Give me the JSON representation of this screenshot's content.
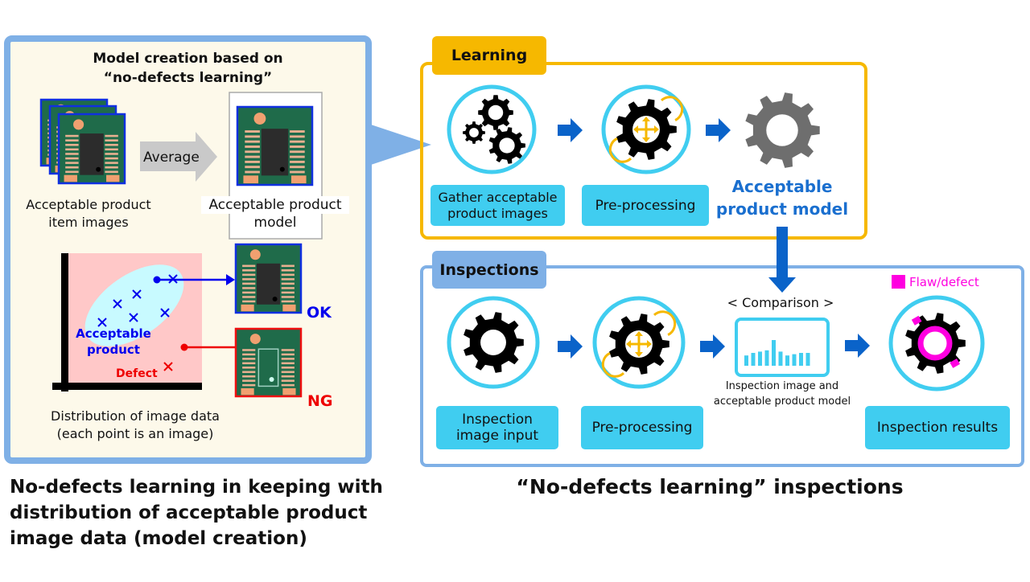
{
  "left": {
    "title_line1": "Model creation based on",
    "title_line2": "“no-defects learning”",
    "images_label_line1": "Acceptable product",
    "images_label_line2": "item images",
    "average_label": "Average",
    "model_label_line1": "Acceptable product",
    "model_label_line2": "model",
    "cluster_label_line1": "Acceptable",
    "cluster_label_line2": "product",
    "defect_label": "Defect",
    "ok_label": "OK",
    "ng_label": "NG",
    "dist_label_line1": "Distribution of image data",
    "dist_label_line2": "(each point is an image)",
    "caption_line1": "No-defects learning in keeping with",
    "caption_line2": "distribution of acceptable product",
    "caption_line3": "image data (model creation)"
  },
  "learning": {
    "tab": "Learning",
    "step1_line1": "Gather acceptable",
    "step1_line2": "product images",
    "step2": "Pre-processing",
    "result_line1": "Acceptable",
    "result_line2": "product model"
  },
  "inspections": {
    "tab": "Inspections",
    "step1_line1": "Inspection",
    "step1_line2": "image input",
    "step2": "Pre-processing",
    "comparison": "< Comparison >",
    "comparison_caption_line1": "Inspection image and",
    "comparison_caption_line2": "acceptable product model",
    "legend": "Flaw/defect",
    "result": "Inspection results"
  },
  "right_caption": "“No-defects learning” inspections",
  "colors": {
    "panel_blue": "#7fb0e6",
    "learning_yellow": "#f6b800",
    "cyan": "#40cdf0",
    "arrow_blue": "#0a63c9",
    "defect_magenta": "#ff00e0",
    "ok_blue": "#0000ee",
    "ng_red": "#ee0000"
  }
}
